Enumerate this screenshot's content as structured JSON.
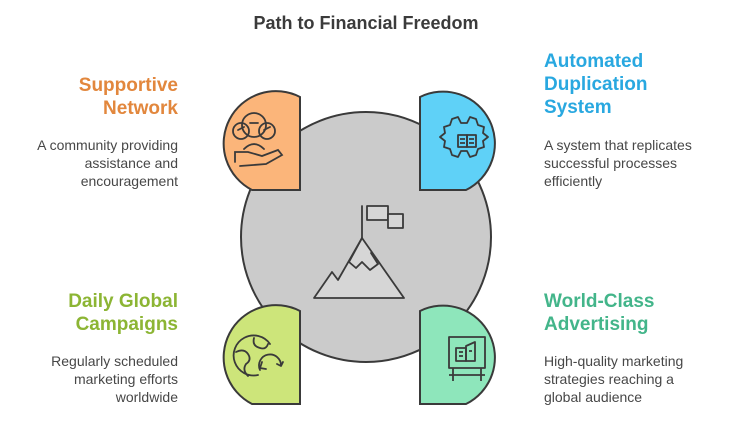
{
  "title": "Path to Financial Freedom",
  "items": [
    {
      "heading": "Supportive Network",
      "description": "A community providing assistance and encouragement",
      "color": "#e2873d",
      "fill": "#fbb57a",
      "icon": "community-icon"
    },
    {
      "heading": "Automated Duplication System",
      "description": "A system that replicates successful processes efficiently",
      "color": "#29a8e0",
      "fill": "#5fd1f7",
      "icon": "gear-book-icon"
    },
    {
      "heading": "Daily Global Campaigns",
      "description": "Regularly scheduled marketing efforts worldwide",
      "color": "#8cb534",
      "fill": "#cde57a",
      "icon": "globe-refresh-icon"
    },
    {
      "heading": "World-Class Advertising",
      "description": "High-quality marketing strategies reaching a global audience",
      "color": "#43b58a",
      "fill": "#8ee6bb",
      "icon": "billboard-icon"
    }
  ],
  "center": {
    "icon": "mountain-flag-icon",
    "fill": "#cbcbcb"
  }
}
